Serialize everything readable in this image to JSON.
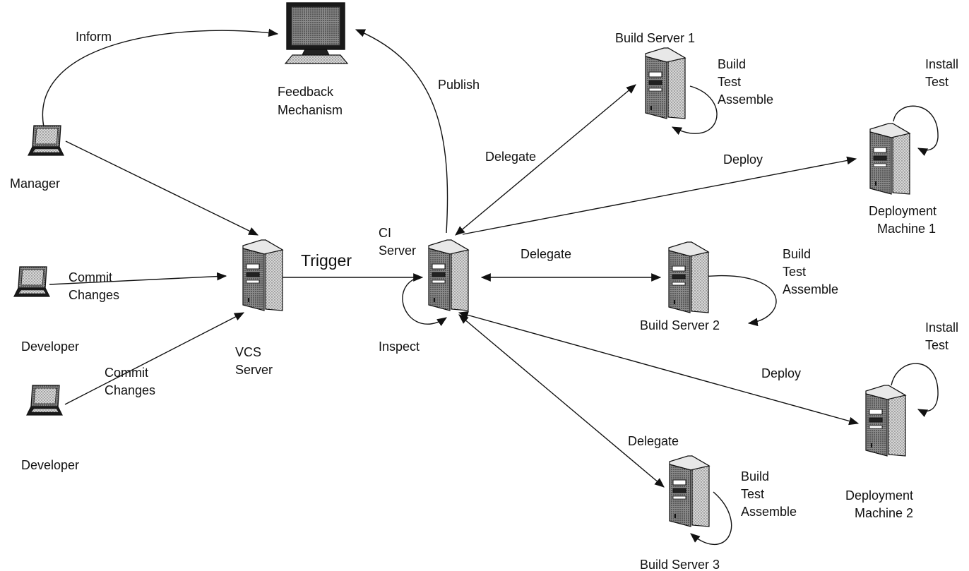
{
  "nodes": {
    "feedback": {
      "label_lines": [
        "Feedback",
        "Mechanism"
      ],
      "icon": "monitor-icon"
    },
    "manager": {
      "label_lines": [
        "Manager"
      ],
      "icon": "laptop-icon"
    },
    "developer1": {
      "label_lines": [
        "Developer"
      ],
      "icon": "laptop-icon"
    },
    "developer2": {
      "label_lines": [
        "Developer"
      ],
      "icon": "laptop-icon"
    },
    "vcs": {
      "label_lines": [
        "VCS",
        "Server"
      ],
      "icon": "server-tower-icon"
    },
    "ci": {
      "label_lines": [
        "CI",
        "Server"
      ],
      "icon": "server-tower-icon"
    },
    "build1": {
      "label_lines": [
        "Build Server 1"
      ],
      "icon": "server-tower-icon"
    },
    "build2": {
      "label_lines": [
        "Build Server 2"
      ],
      "icon": "server-tower-icon"
    },
    "build3": {
      "label_lines": [
        "Build Server 3"
      ],
      "icon": "server-tower-icon"
    },
    "deploy1": {
      "label_lines": [
        "Deployment",
        "Machine 1"
      ],
      "icon": "server-tower-icon"
    },
    "deploy2": {
      "label_lines": [
        "Deployment",
        "Machine 2"
      ],
      "icon": "server-tower-icon"
    }
  },
  "edges": {
    "inform": {
      "from": "manager",
      "to": "feedback",
      "label_lines": [
        "Inform"
      ]
    },
    "manager_to_vcs": {
      "from": "manager",
      "to": "vcs",
      "label_lines": []
    },
    "commit1": {
      "from": "developer1",
      "to": "vcs",
      "label_lines": [
        "Commit",
        "Changes"
      ]
    },
    "commit2": {
      "from": "developer2",
      "to": "vcs",
      "label_lines": [
        "Commit",
        "Changes"
      ]
    },
    "trigger": {
      "from": "vcs",
      "to": "ci",
      "label_lines": [
        "Trigger"
      ]
    },
    "publish": {
      "from": "ci",
      "to": "feedback",
      "label_lines": [
        "Publish"
      ]
    },
    "delegate1": {
      "from": "ci",
      "to": "build1",
      "label_lines": [
        "Delegate"
      ]
    },
    "delegate2": {
      "from": "ci",
      "to": "build2",
      "label_lines": [
        "Delegate"
      ]
    },
    "delegate3": {
      "from": "ci",
      "to": "build3",
      "label_lines": [
        "Delegate"
      ]
    },
    "deploy1": {
      "from": "ci",
      "to": "deploy1",
      "label_lines": [
        "Deploy"
      ]
    },
    "deploy2": {
      "from": "ci",
      "to": "deploy2",
      "label_lines": [
        "Deploy"
      ]
    }
  },
  "loops": {
    "ci_inspect": {
      "node": "ci",
      "label_lines": [
        "Inspect"
      ]
    },
    "build1_tasks": {
      "node": "build1",
      "label_lines": [
        "Build",
        "Test",
        "Assemble"
      ]
    },
    "build2_tasks": {
      "node": "build2",
      "label_lines": [
        "Build",
        "Test",
        "Assemble"
      ]
    },
    "build3_tasks": {
      "node": "build3",
      "label_lines": [
        "Build",
        "Test",
        "Assemble"
      ]
    },
    "deploy1_tasks": {
      "node": "deploy1",
      "label_lines": [
        "Install",
        "Test"
      ]
    },
    "deploy2_tasks": {
      "node": "deploy2",
      "label_lines": [
        "Install",
        "Test"
      ]
    }
  }
}
